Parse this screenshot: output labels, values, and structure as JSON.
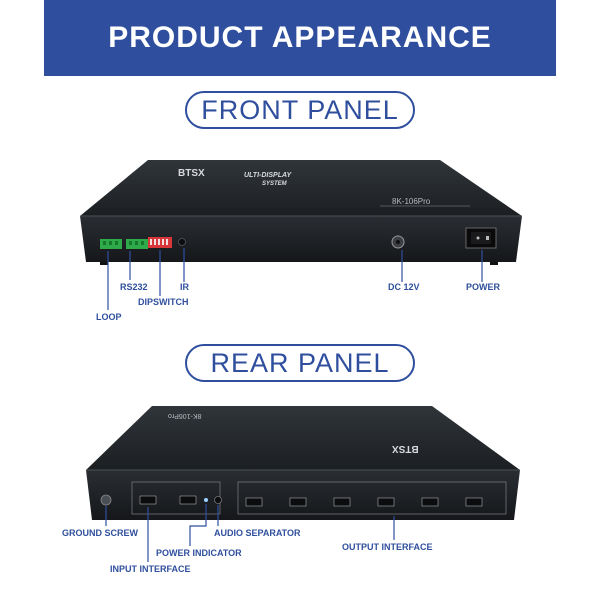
{
  "header": {
    "title": "PRODUCT  APPEARANCE"
  },
  "front": {
    "section_title": "FRONT PANEL",
    "device": {
      "brand": "BTSX",
      "logo_text_1": "ULTI-DISPLAY",
      "logo_text_2": "SYSTEM",
      "model": "8K-106Pro"
    },
    "labels": {
      "loop": "LOOP",
      "rs232": "RS232",
      "dipswitch": "DIPSWITCH",
      "ir": "IR",
      "dc": "DC 12V",
      "power": "POWER"
    }
  },
  "rear": {
    "section_title": "REAR PANEL",
    "device": {
      "brand": "BTSX",
      "model": "8K-106Pro"
    },
    "labels": {
      "ground_screw": "GROUND SCREW",
      "input_interface": "INPUT INTERFACE",
      "power_indicator": "POWER INDICATOR",
      "audio_separator": "AUDIO SEPARATOR",
      "output_interface": "OUTPUT INTERFACE"
    }
  },
  "colors": {
    "accent": "#2f4f9e",
    "device_body": "#1e2124"
  }
}
